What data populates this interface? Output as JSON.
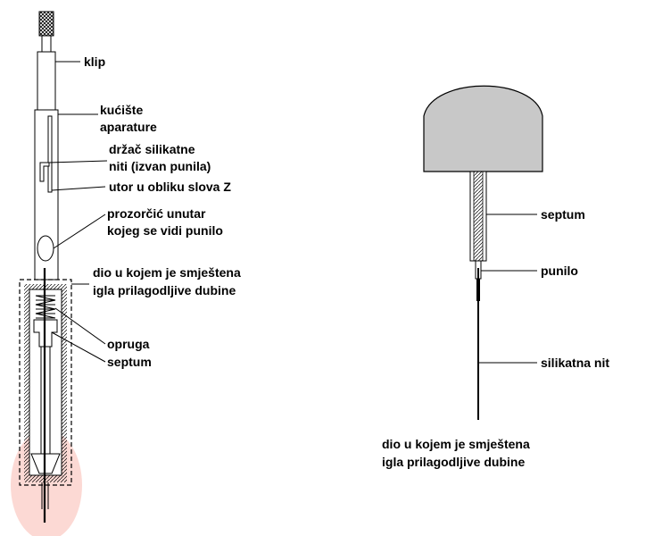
{
  "left_diagram": {
    "labels": {
      "klip": "klip",
      "kuciste_1": "kućište",
      "kuciste_2": "aparature",
      "drzac_1": "držač silikatne",
      "drzac_2": "niti (izvan punila)",
      "utor": "utor u obliku slova Z",
      "prozorcic_1": "prozorčić unutar",
      "prozorcic_2": "kojeg se vidi punilo",
      "dio_1": "dio u kojem je smještena",
      "dio_2": "igla prilagodljive dubine",
      "opruga": "opruga",
      "septum": "septum"
    }
  },
  "right_diagram": {
    "labels": {
      "septum": "septum",
      "punilo": "punilo",
      "silikatna_nit": "silikatna nit"
    },
    "caption_1": "dio u kojem je smještena",
    "caption_2": "igla prilagodljive dubine"
  },
  "colors": {
    "highlight": "#fcd9d4",
    "cap_fill": "#c8c8c8",
    "outline": "#000000"
  }
}
